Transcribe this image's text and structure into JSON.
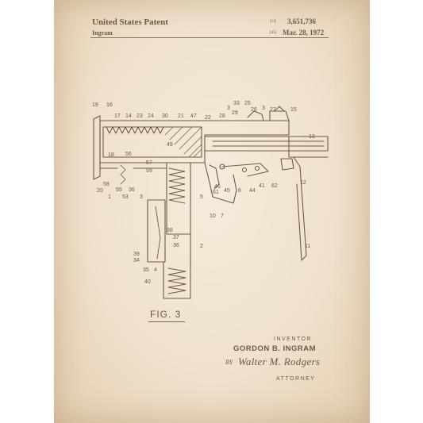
{
  "header": {
    "title": "United States Patent",
    "inventor_short": "Ingram",
    "patent_number_code": "[11]",
    "patent_number": "3,651,736",
    "date_code": "[45]",
    "date": "Mar. 28, 1972"
  },
  "figure": {
    "label": "FIG. 3",
    "callouts": {
      "c1": "19",
      "c2": "16",
      "c3": "17",
      "c4": "14",
      "c5": "23",
      "c6": "24",
      "c7": "30",
      "c8": "21",
      "c9": "47",
      "c10": "22",
      "c11": "28",
      "c12": "3",
      "c13": "33",
      "c14": "25",
      "c15": "29",
      "c16": "26",
      "c17": "3",
      "c18": "27",
      "c19": "15",
      "c20": "13",
      "c21": "49",
      "c22": "18",
      "c23": "56",
      "c24": "57",
      "c25": "59",
      "c26": "58",
      "c27": "20",
      "c28": "1",
      "c29": "55",
      "c30": "36",
      "c31": "53",
      "c32": "3",
      "c33": "46",
      "c34": "61",
      "c35": "5",
      "c36": "45",
      "c37": "6",
      "c38": "44",
      "c39": "41",
      "c40": "62",
      "c41": "12",
      "c42": "10",
      "c43": "7",
      "c44": "11",
      "c45": "38",
      "c46": "37",
      "c47": "36",
      "c48": "2",
      "c49": "39",
      "c50": "34",
      "c51": "35",
      "c52": "4",
      "c53": "40"
    }
  },
  "inventor_block": {
    "label": "INVENTOR",
    "name": "GORDON B. INGRAM",
    "by": "BY",
    "signature": "Walter M. Rodgers",
    "attorney_label": "ATTORNEY"
  }
}
